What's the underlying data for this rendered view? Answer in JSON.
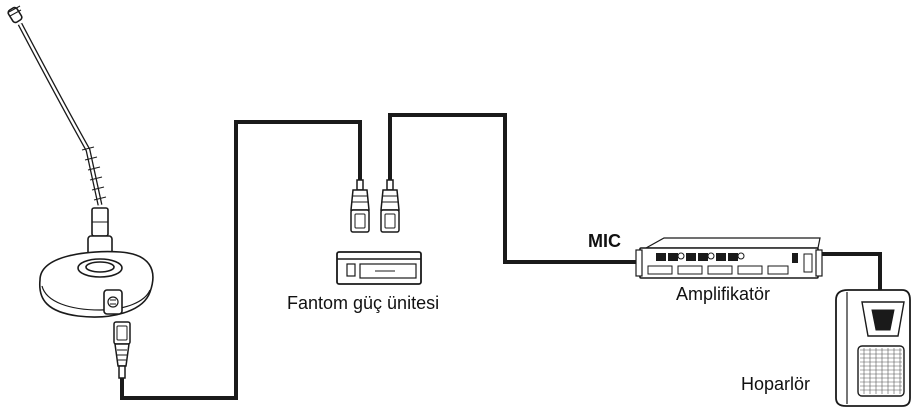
{
  "labels": {
    "mic_input": "MIC",
    "phantom_power_unit": "Fantom güç ünitesi",
    "amplifier": "Amplifikatör",
    "speaker": "Hoparlör"
  },
  "components": [
    {
      "id": "gooseneck-microphone",
      "icon": "gooseneck-microphone-icon"
    },
    {
      "id": "phantom-power-unit",
      "icon": "power-supply-box-icon"
    },
    {
      "id": "amplifier",
      "icon": "rack-amplifier-icon"
    },
    {
      "id": "speaker",
      "icon": "loudspeaker-icon"
    }
  ],
  "connections": [
    {
      "from": "gooseneck-microphone",
      "to": "phantom-power-unit"
    },
    {
      "from": "phantom-power-unit",
      "to": "amplifier"
    },
    {
      "from": "amplifier",
      "to": "speaker"
    }
  ],
  "colors": {
    "line": "#1a1a1a",
    "background": "#ffffff"
  }
}
